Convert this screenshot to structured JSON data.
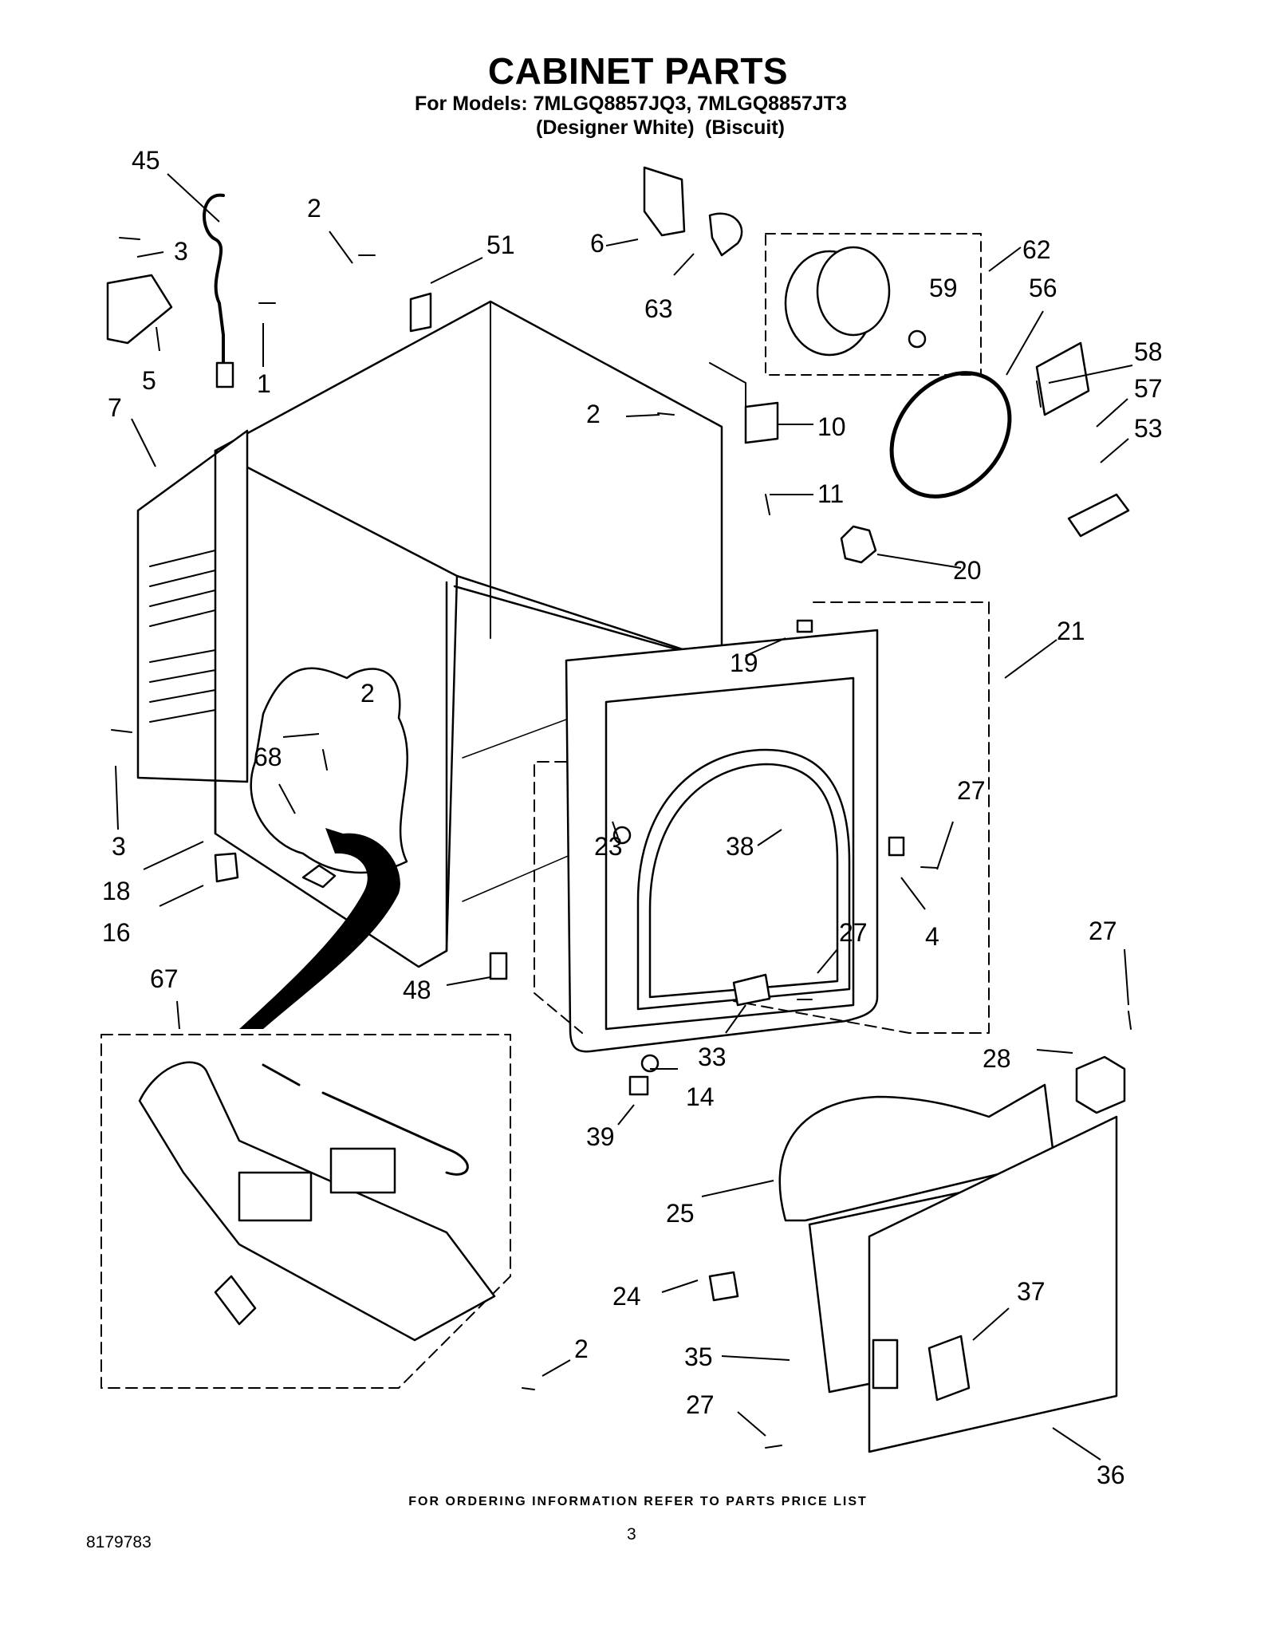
{
  "header": {
    "title": "CABINET PARTS",
    "models": "For Models: 7MLGQ8857JQ3, 7MLGQ8857JT3",
    "variant_1": "(Designer White)",
    "variant_2": "(Biscuit)"
  },
  "callouts": {
    "c45": "45",
    "c2a": "2",
    "c3a": "3",
    "c51": "51",
    "c5": "5",
    "c1": "1",
    "c7": "7",
    "c6": "6",
    "c63": "63",
    "c62": "62",
    "c59": "59",
    "c56": "56",
    "c58": "58",
    "c57": "57",
    "c53": "53",
    "c2b": "2",
    "c10": "10",
    "c11": "11",
    "c20": "20",
    "c21": "21",
    "c19": "19",
    "c2c": "2",
    "c68": "68",
    "c3b": "3",
    "c18": "18",
    "c16": "16",
    "c23": "23",
    "c38": "38",
    "c27a": "27",
    "c4": "4",
    "c27b": "27",
    "c27c": "27",
    "c67": "67",
    "c48": "48",
    "c33": "33",
    "c28": "28",
    "c14": "14",
    "c39": "39",
    "c25": "25",
    "c24": "24",
    "c37": "37",
    "c2d": "2",
    "c35": "35",
    "c27d": "27",
    "c36": "36"
  },
  "footer": {
    "note": "FOR ORDERING INFORMATION REFER TO PARTS PRICE LIST",
    "page": "3",
    "doc_number": "8179783"
  }
}
